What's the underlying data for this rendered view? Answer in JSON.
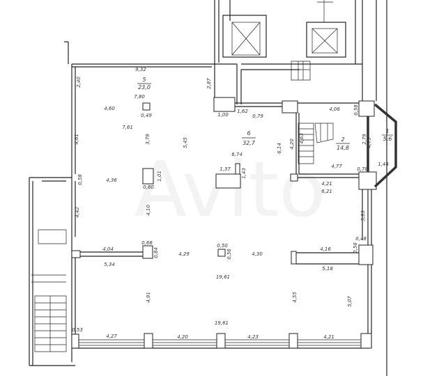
{
  "watermark": "Avito",
  "rooms": [
    {
      "number": "5",
      "area": "23,0"
    },
    {
      "number": "6",
      "area": "32,7"
    },
    {
      "number": "2",
      "area": "14,8"
    },
    {
      "number": "1",
      "area": "5,6"
    }
  ],
  "labels": [
    "9,32",
    "2,40",
    "2,87",
    "7,80",
    "0,49",
    "4,60",
    "7,61",
    "4,61",
    "3,79",
    "5,45",
    "1,00",
    "1,62",
    "0,79",
    "4,06",
    "0,58",
    "4,20",
    "6,14",
    "6,74",
    "4,63",
    "2,79",
    "4,75",
    "1,44",
    "4,77",
    "0,78",
    "1,37",
    "1,43",
    "4,36",
    "0,80",
    "1,01",
    "0,58",
    "4,21",
    "6,21",
    "4,42",
    "4,10",
    "3,93",
    "0,66",
    "0,84",
    "4,04",
    "4,29",
    "0,50",
    "0,56",
    "4,30",
    "4,16",
    "0,48",
    "0,56",
    "5,34",
    "5,18",
    "19,61",
    "4,91",
    "4,55",
    "5,07",
    "19,61",
    "0,53",
    "4,27",
    "4,20",
    "4,23",
    "4,21"
  ]
}
